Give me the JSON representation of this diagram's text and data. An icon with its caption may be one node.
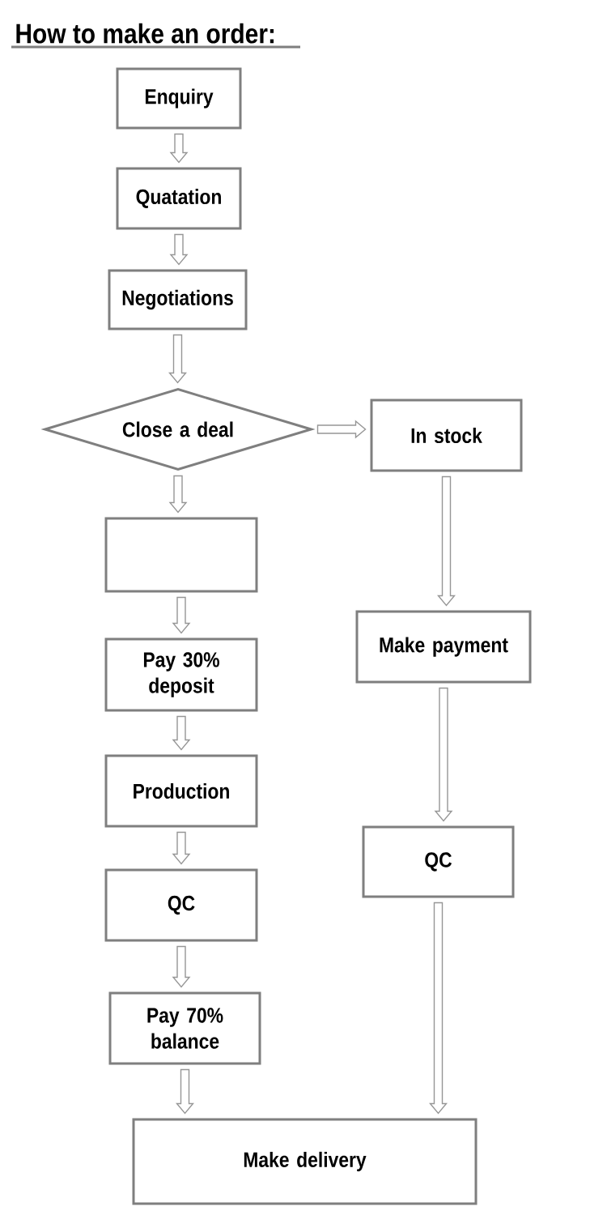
{
  "diagram": {
    "title": "How to make an order:",
    "nodes": [
      {
        "text": [
          "Enquiry"
        ]
      },
      {
        "text": [
          "Quatation"
        ]
      },
      {
        "text": [
          "Negotiations"
        ]
      },
      {
        "text": [
          "Close a deal"
        ]
      },
      {
        "text": [
          "In stock"
        ]
      },
      {
        "text": [],
        "shape": "box"
      },
      {
        "text": [
          "Pay 30% deposit"
        ]
      },
      {
        "text": [
          "Production"
        ]
      },
      {
        "text": [
          "QC"
        ]
      },
      {
        "text": [
          "Pay 70% balance"
        ]
      },
      {
        "text": [
          "Make payment"
        ]
      },
      {
        "text": [
          "QC"
        ]
      },
      {
        "text": [
          "Make delivery"
        ]
      }
    ],
    "edges": [
      {
        "from": 0,
        "to": 1,
        "arrow": "to"
      },
      {
        "from": 1,
        "to": 2,
        "arrow": "to"
      },
      {
        "from": 2,
        "to": 3,
        "arrow": "to"
      },
      {
        "from": 3,
        "to": 4,
        "arrow": "to"
      },
      {
        "from": 3,
        "to": 5,
        "arrow": "to"
      },
      {
        "from": 5,
        "to": 6,
        "arrow": "to"
      },
      {
        "from": 6,
        "to": 7,
        "arrow": "to"
      },
      {
        "from": 7,
        "to": 8,
        "arrow": "to"
      },
      {
        "from": 8,
        "to": 9,
        "arrow": "to"
      },
      {
        "from": 9,
        "to": 12,
        "arrow": "to"
      },
      {
        "from": 4,
        "to": 10,
        "arrow": "to"
      },
      {
        "from": 10,
        "to": 11,
        "arrow": "to"
      },
      {
        "from": 11,
        "to": 12,
        "arrow": "to"
      }
    ]
  }
}
